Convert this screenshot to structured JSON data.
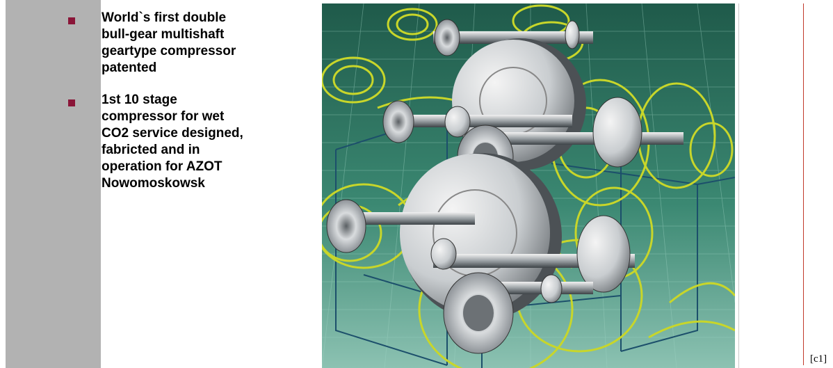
{
  "bullets": [
    {
      "text": "World`s first double\nbull-gear multishaft\ngeartype compressor\npatented"
    },
    {
      "text": "1st 10 stage\ncompressor for wet\nCO2 service designed,\nfabricted and in\noperation for AZOT\nNowomoskowsk"
    }
  ],
  "comment_marker": "[c1]",
  "colors": {
    "bullet": "#8a1538",
    "sidebar": "#b2b2b2",
    "illustration_bg_top": "#1f5a4a",
    "illustration_bg_bottom": "#7fb9a8",
    "outline": "#c8d62a",
    "margin_line": "#c0392b"
  }
}
